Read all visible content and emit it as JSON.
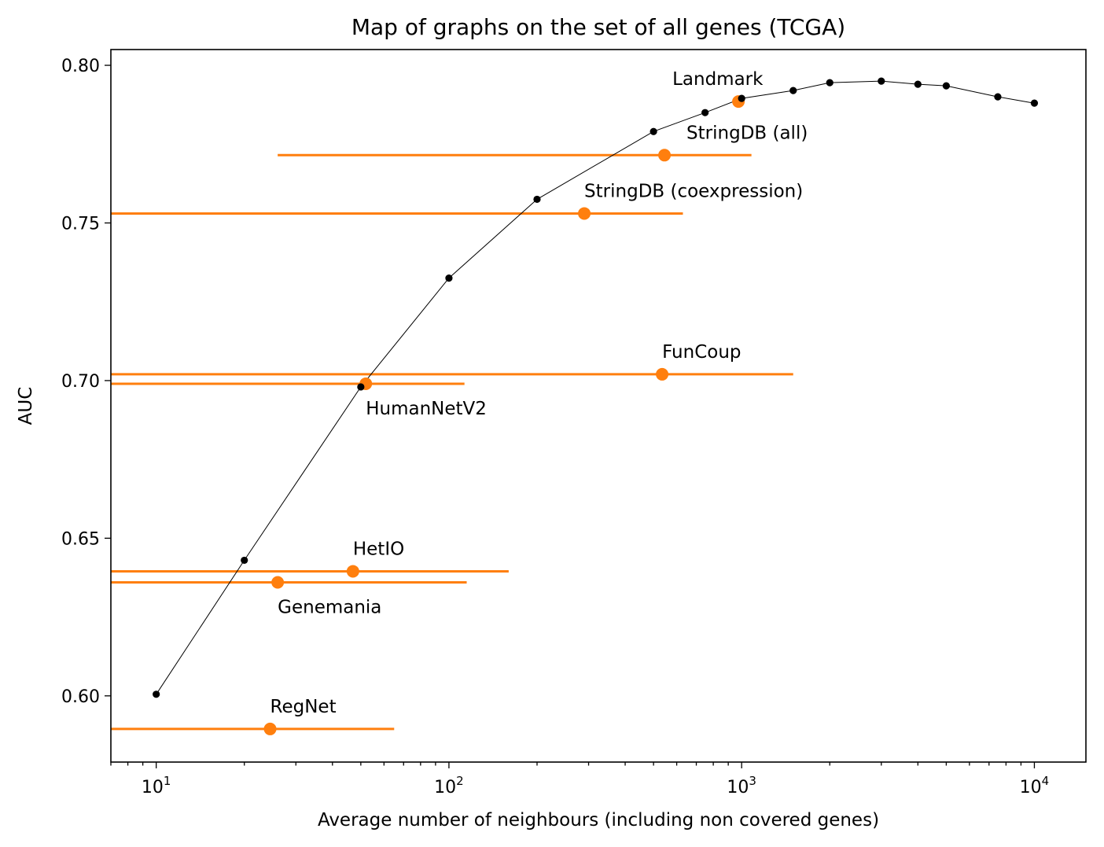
{
  "chart_data": {
    "type": "scatter",
    "title": "Map of graphs on the set of all genes (TCGA)",
    "xlabel": "Average number of neighbours (including non covered genes)",
    "ylabel": "AUC",
    "xscale": "log",
    "xlim": [
      7,
      15000
    ],
    "ylim": [
      0.579,
      0.805
    ],
    "xticks": [
      {
        "value": 10,
        "base": "10",
        "exp": "1"
      },
      {
        "value": 100,
        "base": "10",
        "exp": "2"
      },
      {
        "value": 1000,
        "base": "10",
        "exp": "3"
      },
      {
        "value": 10000,
        "base": "10",
        "exp": "4"
      }
    ],
    "yticks": [
      0.6,
      0.65,
      0.7,
      0.75,
      0.8
    ],
    "ytick_labels": [
      "0.60",
      "0.65",
      "0.70",
      "0.75",
      "0.80"
    ],
    "grid": false,
    "colors": {
      "curve": "#000000",
      "graphs": "#ff7f0e"
    },
    "curve": {
      "x": [
        10,
        20,
        50,
        100,
        200,
        500,
        750,
        1000,
        1500,
        2000,
        3000,
        4000,
        5000,
        7500,
        10000
      ],
      "y": [
        0.6005,
        0.643,
        0.698,
        0.7325,
        0.7575,
        0.779,
        0.785,
        0.7895,
        0.792,
        0.7945,
        0.795,
        0.794,
        0.7935,
        0.79,
        0.788
      ]
    },
    "graphs": [
      {
        "label": "Landmark",
        "x": 975,
        "y": 0.7885,
        "xmin": null,
        "xmax": null,
        "label_pos": "above-left"
      },
      {
        "label": "StringDB (all)",
        "x": 545,
        "y": 0.7715,
        "xmin": 26,
        "xmax": 1080,
        "label_pos": "above-right"
      },
      {
        "label": "StringDB (coexpression)",
        "x": 290,
        "y": 0.753,
        "xmin": 1,
        "xmax": 630,
        "label_pos": "above"
      },
      {
        "label": "FunCoup",
        "x": 535,
        "y": 0.702,
        "xmin": 1,
        "xmax": 1500,
        "label_pos": "above"
      },
      {
        "label": "HumanNetV2",
        "x": 52,
        "y": 0.699,
        "xmin": 1,
        "xmax": 113,
        "label_pos": "below"
      },
      {
        "label": "HetIO",
        "x": 47,
        "y": 0.6395,
        "xmin": 1,
        "xmax": 160,
        "label_pos": "above"
      },
      {
        "label": "Genemania",
        "x": 26,
        "y": 0.636,
        "xmin": 1,
        "xmax": 115,
        "label_pos": "below"
      },
      {
        "label": "RegNet",
        "x": 24.5,
        "y": 0.5895,
        "xmin": 1,
        "xmax": 65,
        "label_pos": "above"
      }
    ]
  }
}
